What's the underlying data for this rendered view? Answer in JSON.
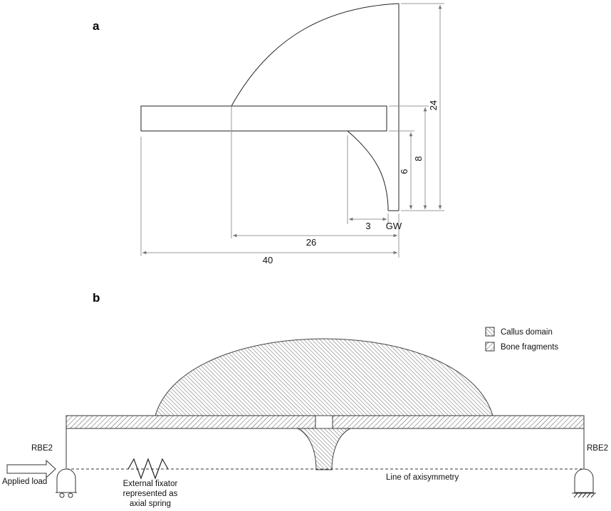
{
  "panel_a": {
    "label": "a",
    "dimensions": {
      "total_height": "24",
      "fragment_plus": "8",
      "inner_height": "6",
      "gap_width": "GW",
      "inner_width": "3",
      "callus_length": "26",
      "total_length": "40"
    }
  },
  "panel_b": {
    "label": "b",
    "legend": {
      "callus": "Callus domain",
      "bone": "Bone fragments"
    },
    "labels": {
      "rbe2_left": "RBE2",
      "rbe2_right": "RBE2",
      "applied_load": "Applied load",
      "fixator_line1": "External fixator",
      "fixator_line2": "represented as",
      "fixator_line3": "axial spring",
      "axisymmetry": "Line of axisymmetry"
    }
  }
}
